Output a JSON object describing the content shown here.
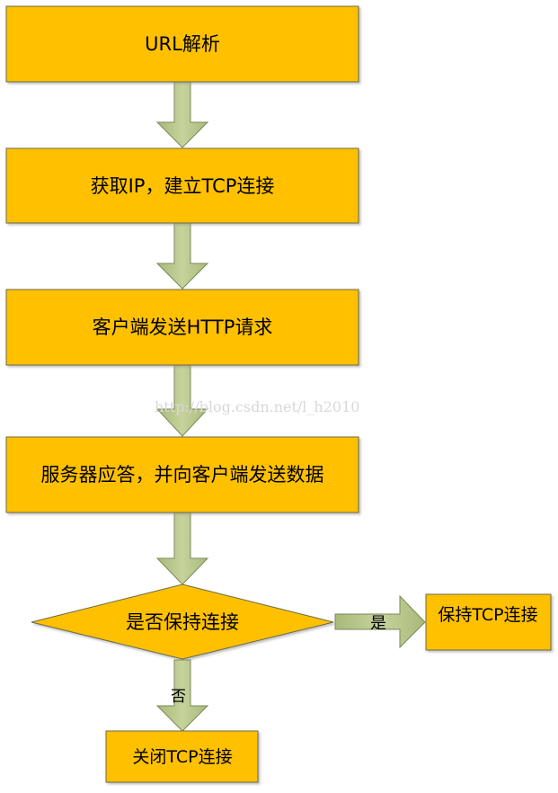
{
  "steps": [
    "URL解析",
    "获取IP，建立TCP连接",
    "客户端发送HTTP请求",
    "服务器应答，并向客户端发送数据"
  ],
  "decision": "是否保持连接",
  "yes_label": "是",
  "no_label": "否",
  "yes_result": "保持TCP连接",
  "no_result": "关闭TCP连接",
  "watermark": "http://blog.csdn.net/l_h2010",
  "colors": {
    "box": "#FFC000",
    "arrow": "#BBC98E"
  }
}
